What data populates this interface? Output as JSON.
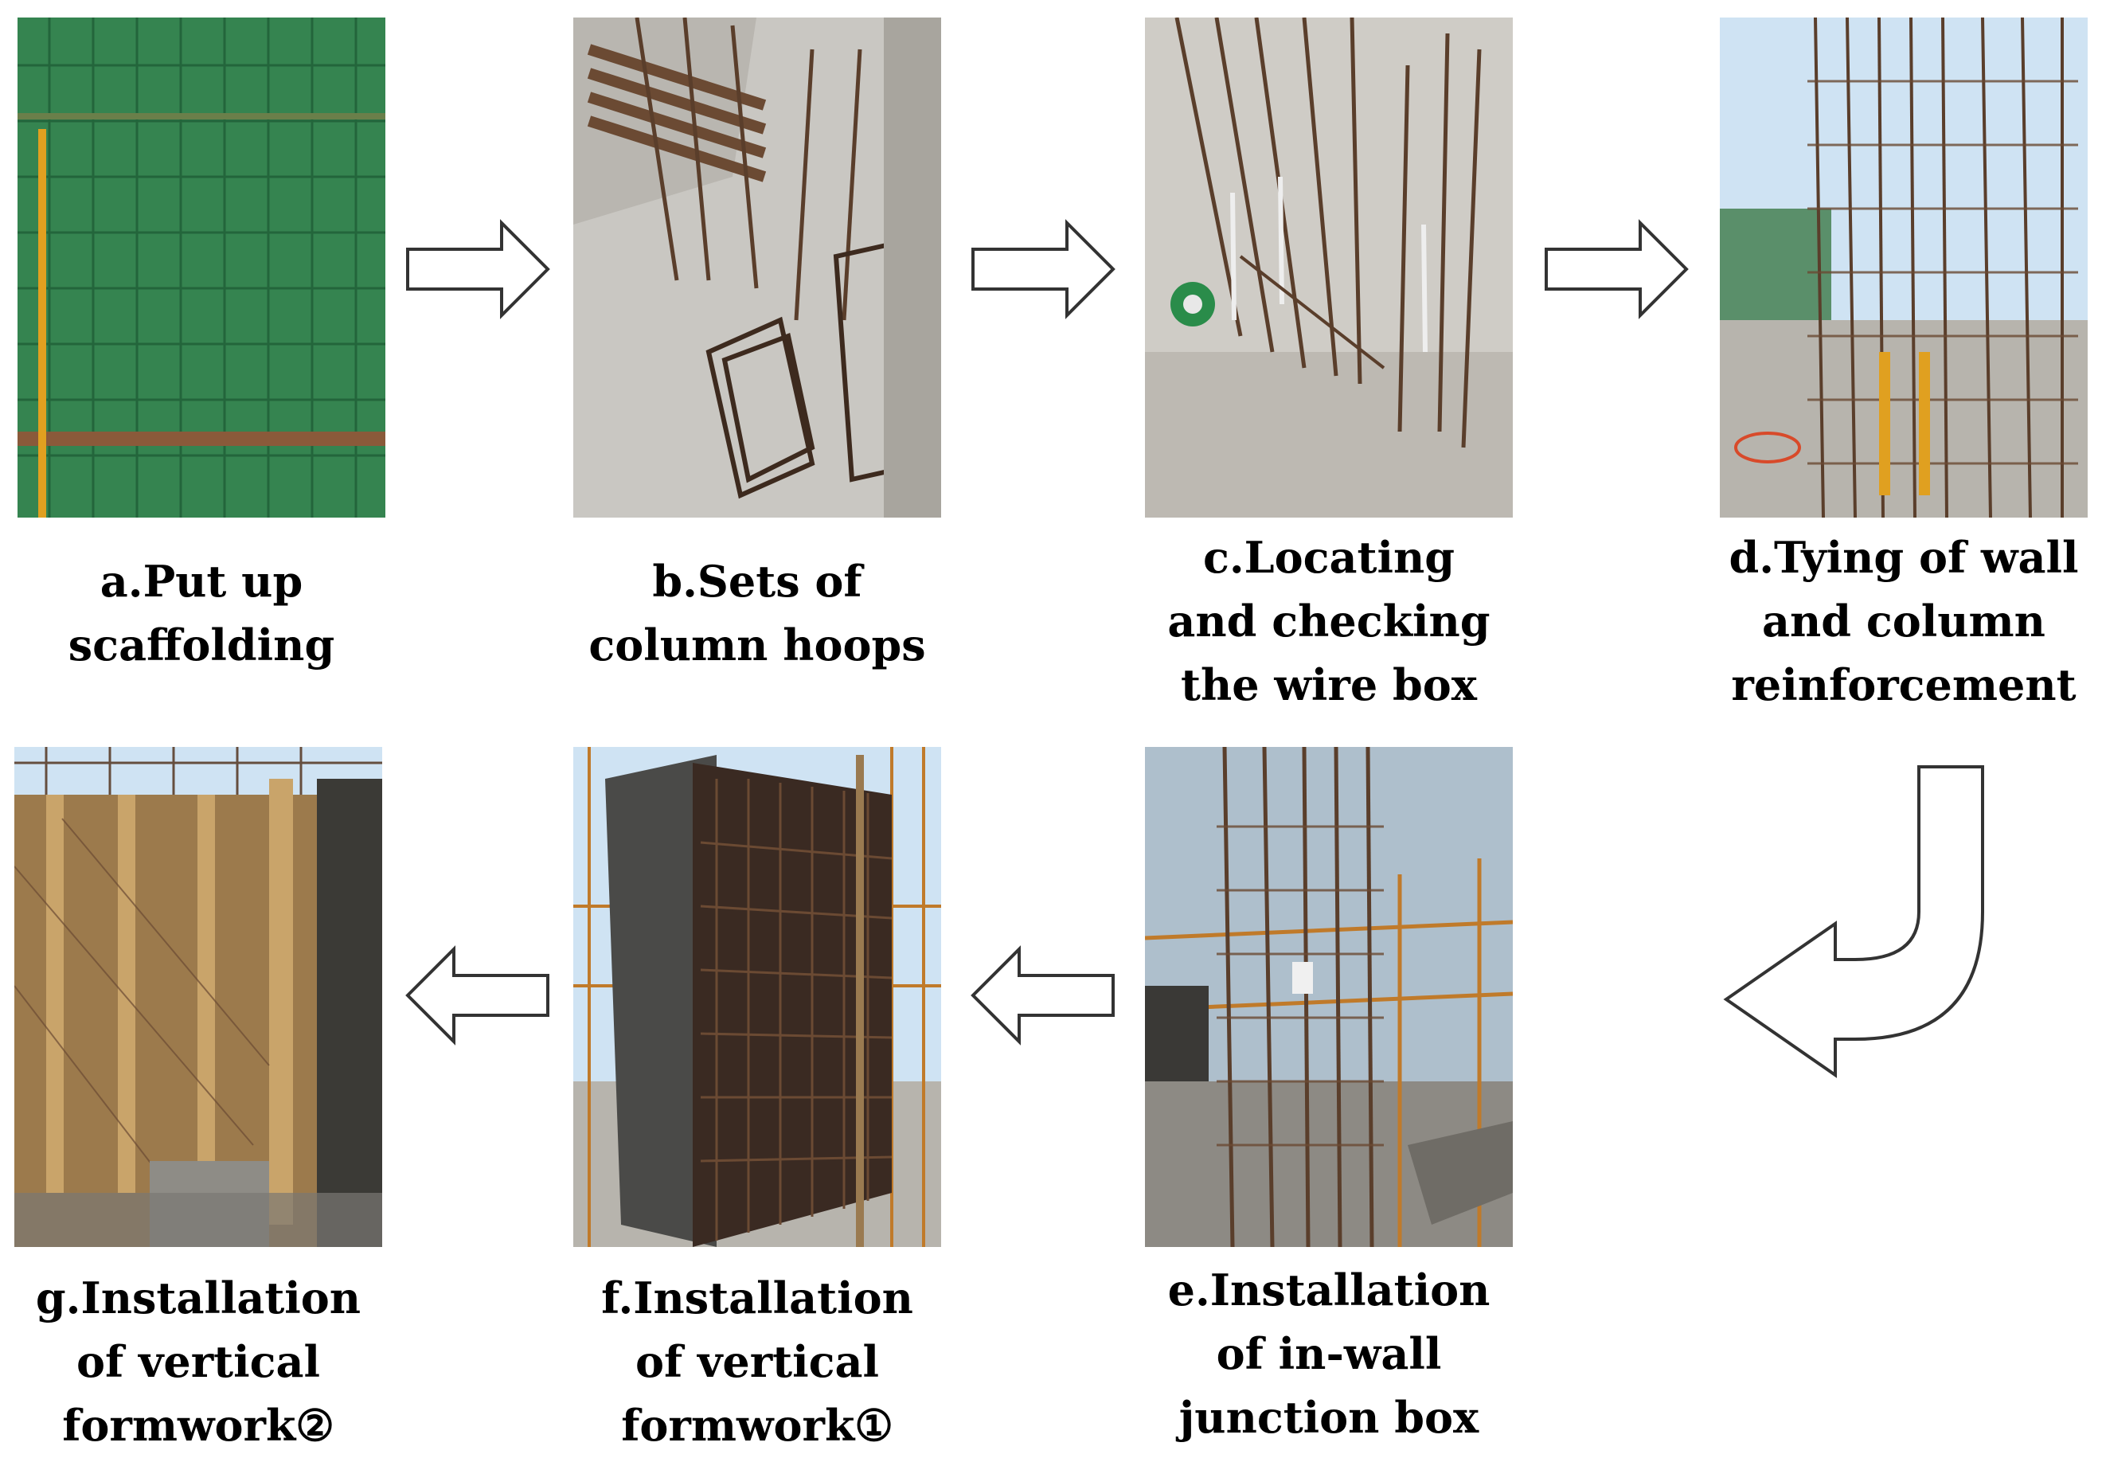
{
  "steps": [
    {
      "id": "a",
      "lines": [
        "a.Put up",
        "scaffolding"
      ]
    },
    {
      "id": "b",
      "lines": [
        "b.Sets of",
        "column hoops"
      ]
    },
    {
      "id": "c",
      "lines": [
        "c.Locating",
        "and checking",
        "the wire box"
      ]
    },
    {
      "id": "d",
      "lines": [
        "d.Tying of wall",
        "and column",
        "reinforcement"
      ]
    },
    {
      "id": "e",
      "lines": [
        "e.Installation",
        "of in-wall",
        "junction box"
      ]
    },
    {
      "id": "f",
      "lines": [
        "f.Installation",
        "of vertical",
        "formwork①"
      ]
    },
    {
      "id": "g",
      "lines": [
        "g.Installation",
        "of vertical",
        "formwork②"
      ]
    }
  ],
  "colors": {
    "arrow_stroke": "#333333",
    "scaffold_green": "#2f7d4a",
    "concrete": "#c9c7c2",
    "rebar": "#5a3e2b",
    "formwork_wood": "#b08a55",
    "sky": "#cfe3f3"
  }
}
